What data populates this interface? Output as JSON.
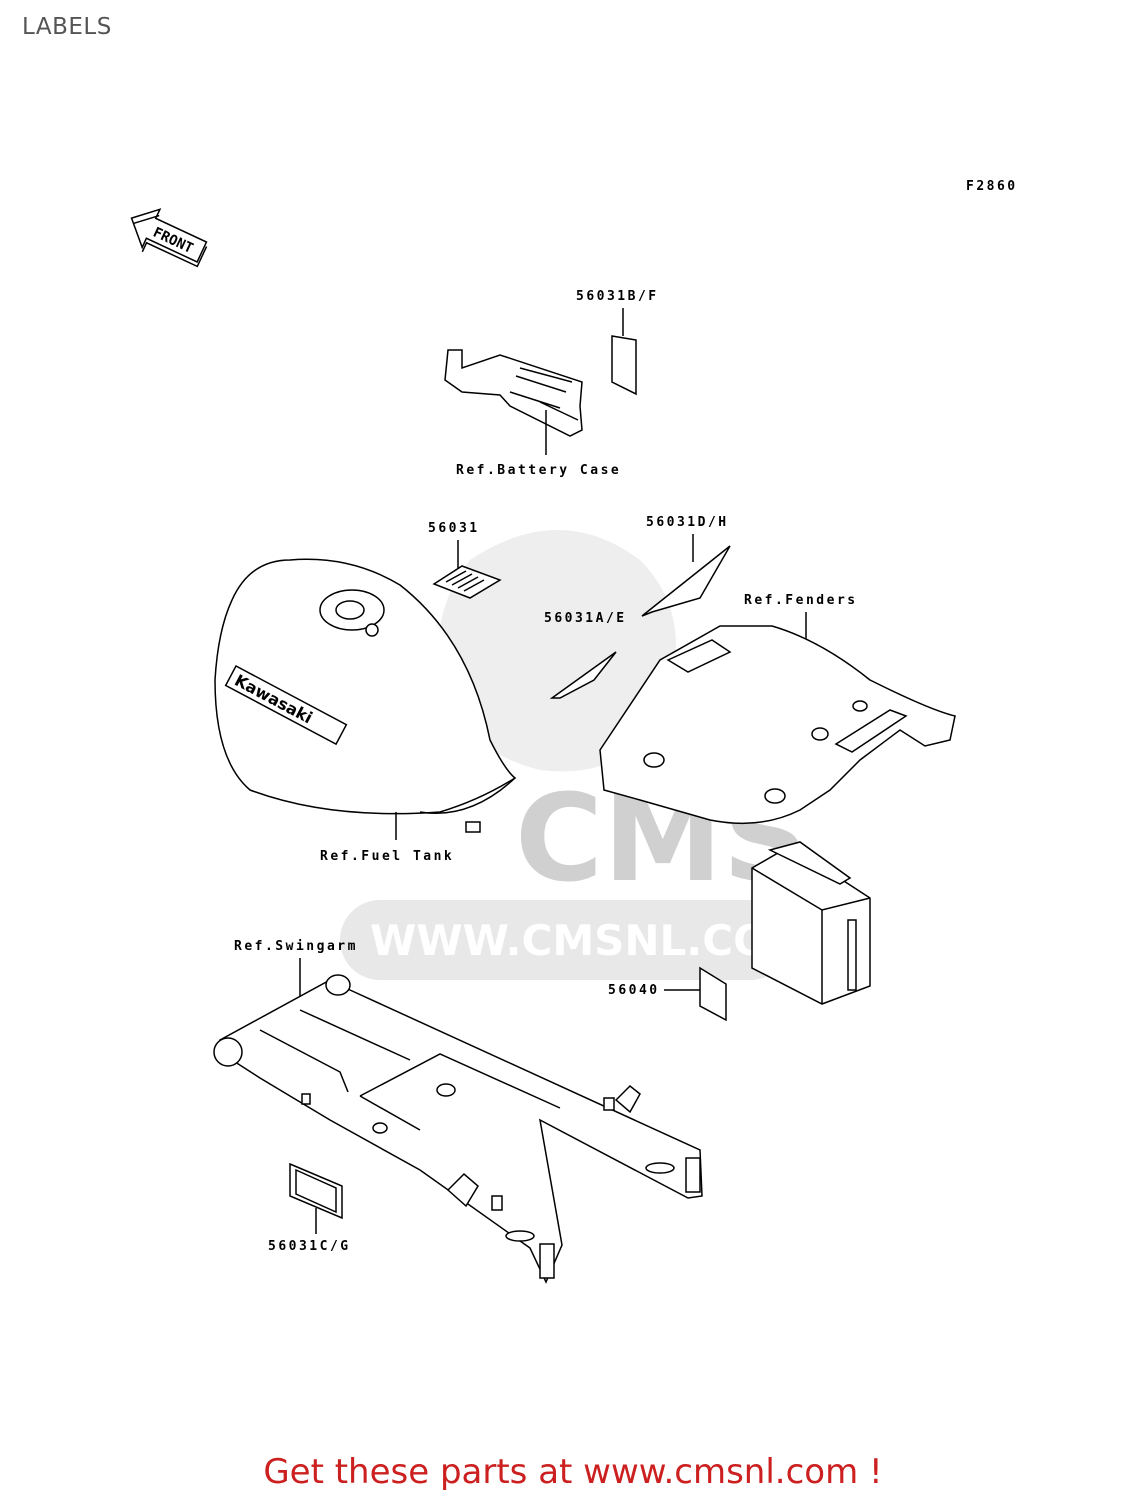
{
  "page": {
    "title": "LABELS"
  },
  "figure_code": "F2860",
  "front_arrow": {
    "label": "FRONT"
  },
  "watermark": {
    "logo_text": "CMS",
    "url_text": "WWW.CMSNL.COM"
  },
  "part_callouts": [
    {
      "id": "56031b",
      "label": "56031B/F"
    },
    {
      "id": "56031",
      "label": "56031"
    },
    {
      "id": "56031d",
      "label": "56031D/H"
    },
    {
      "id": "56031a",
      "label": "56031A/E"
    },
    {
      "id": "56040",
      "label": "56040"
    },
    {
      "id": "56031c",
      "label": "56031C/G"
    }
  ],
  "reference_labels": [
    {
      "id": "battery-case",
      "label": "Ref.Battery Case"
    },
    {
      "id": "fenders",
      "label": "Ref.Fenders"
    },
    {
      "id": "fuel-tank",
      "label": "Ref.Fuel Tank"
    },
    {
      "id": "swingarm",
      "label": "Ref.Swingarm"
    }
  ],
  "tank_brand": "Kawasaki",
  "footer": {
    "text": "Get these parts at www.cmsnl.com !"
  },
  "colors": {
    "footer": "#cc1f1f",
    "watermark": "#d9d9d9",
    "line": "#000000"
  }
}
